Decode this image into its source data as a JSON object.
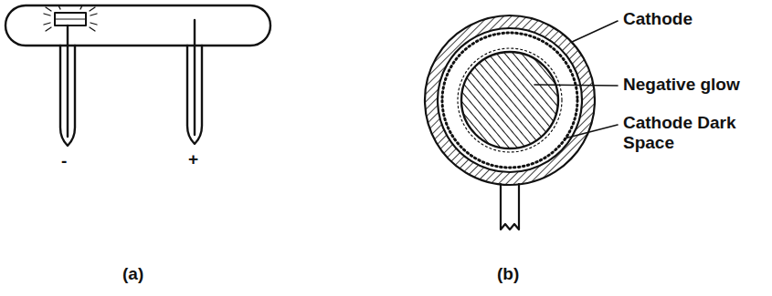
{
  "diagram": {
    "labels": [
      "-",
      "+",
      "Cathode",
      "Negative glow",
      "Cathode Dark Space",
      "(a)",
      "(b)"
    ]
  }
}
